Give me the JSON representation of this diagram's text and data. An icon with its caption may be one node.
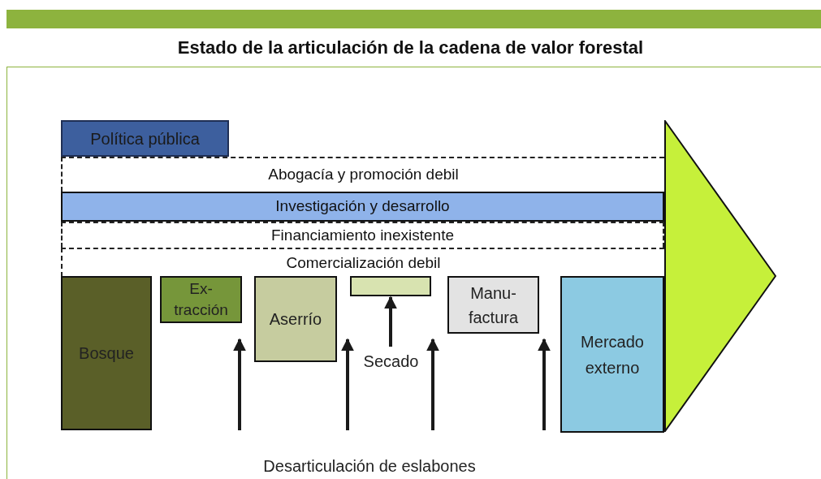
{
  "diagram": {
    "title": "Estado de la articulación de la cadena de valor forestal",
    "nodes": [
      {
        "text": [
          "Política pública"
        ]
      },
      {
        "text": [
          "Abogacía y promoción debil"
        ]
      },
      {
        "text": [
          "Investigación y desarrollo"
        ]
      },
      {
        "text": [
          "Financiamiento inexistente"
        ]
      },
      {
        "text": [
          "Comercialización debil"
        ]
      },
      {
        "text": [
          "Bosque"
        ]
      },
      {
        "text": [
          "Ex- tracción"
        ]
      },
      {
        "text": [
          "Aserrío"
        ]
      },
      {
        "text": [],
        "shape": "box"
      },
      {
        "text": [
          "Secado"
        ]
      },
      {
        "text": [
          "Manu- factura"
        ]
      },
      {
        "text": [
          "Mercado externo"
        ]
      },
      {
        "text": [],
        "shape": "triangle"
      }
    ],
    "edges": [
      {
        "from": 9,
        "to": 8,
        "arrow": "to"
      }
    ],
    "labels": [
      "Desarticulación de eslabones"
    ]
  }
}
